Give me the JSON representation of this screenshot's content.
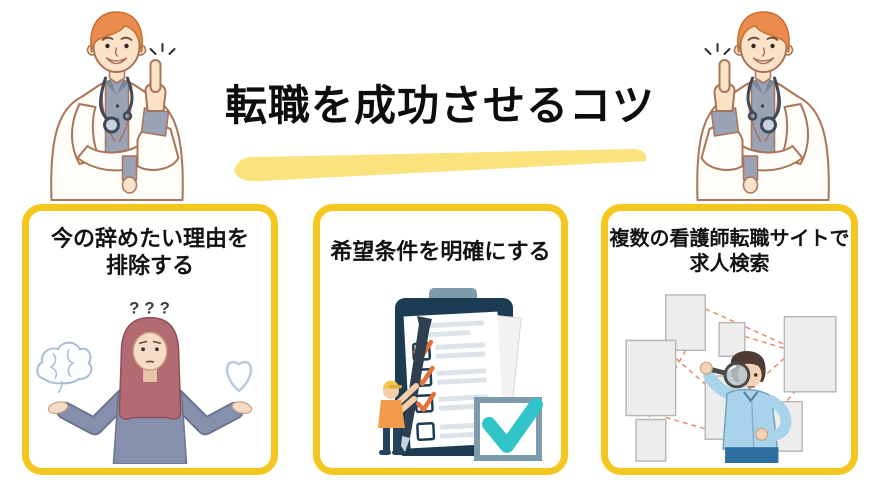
{
  "header": {
    "title": "転職を成功させるコツ"
  },
  "theme": {
    "background": "#FFFFFF",
    "card_border_color": "#F3C71F",
    "title_highlight_color": "#FAE27D",
    "title_color": "#0D0D0D",
    "card_title_color": "#121212",
    "check_orange": "#E5713A",
    "check_teal": "#30C3C7",
    "clipboard_navy": "#1C3C53",
    "dashed_line_salmon": "#EA8A6F"
  },
  "decorations": {
    "left_illustration": "doctor-pointing-up",
    "right_illustration": "doctor-pointing-up-mirrored"
  },
  "cards": [
    {
      "title_lines": [
        "今の辞めたい理由を",
        "排除する"
      ],
      "illustration": "confused-woman-weighing-brain-and-heart",
      "overlay_text": "???"
    },
    {
      "title_lines": [
        "希望条件を明確にする"
      ],
      "illustration": "checklist-clipboard-with-worker-and-check"
    },
    {
      "title_lines": [
        "複数の看護師転職サイトで",
        "求人検索"
      ],
      "illustration": "man-with-magnifier-searching-documents"
    }
  ]
}
